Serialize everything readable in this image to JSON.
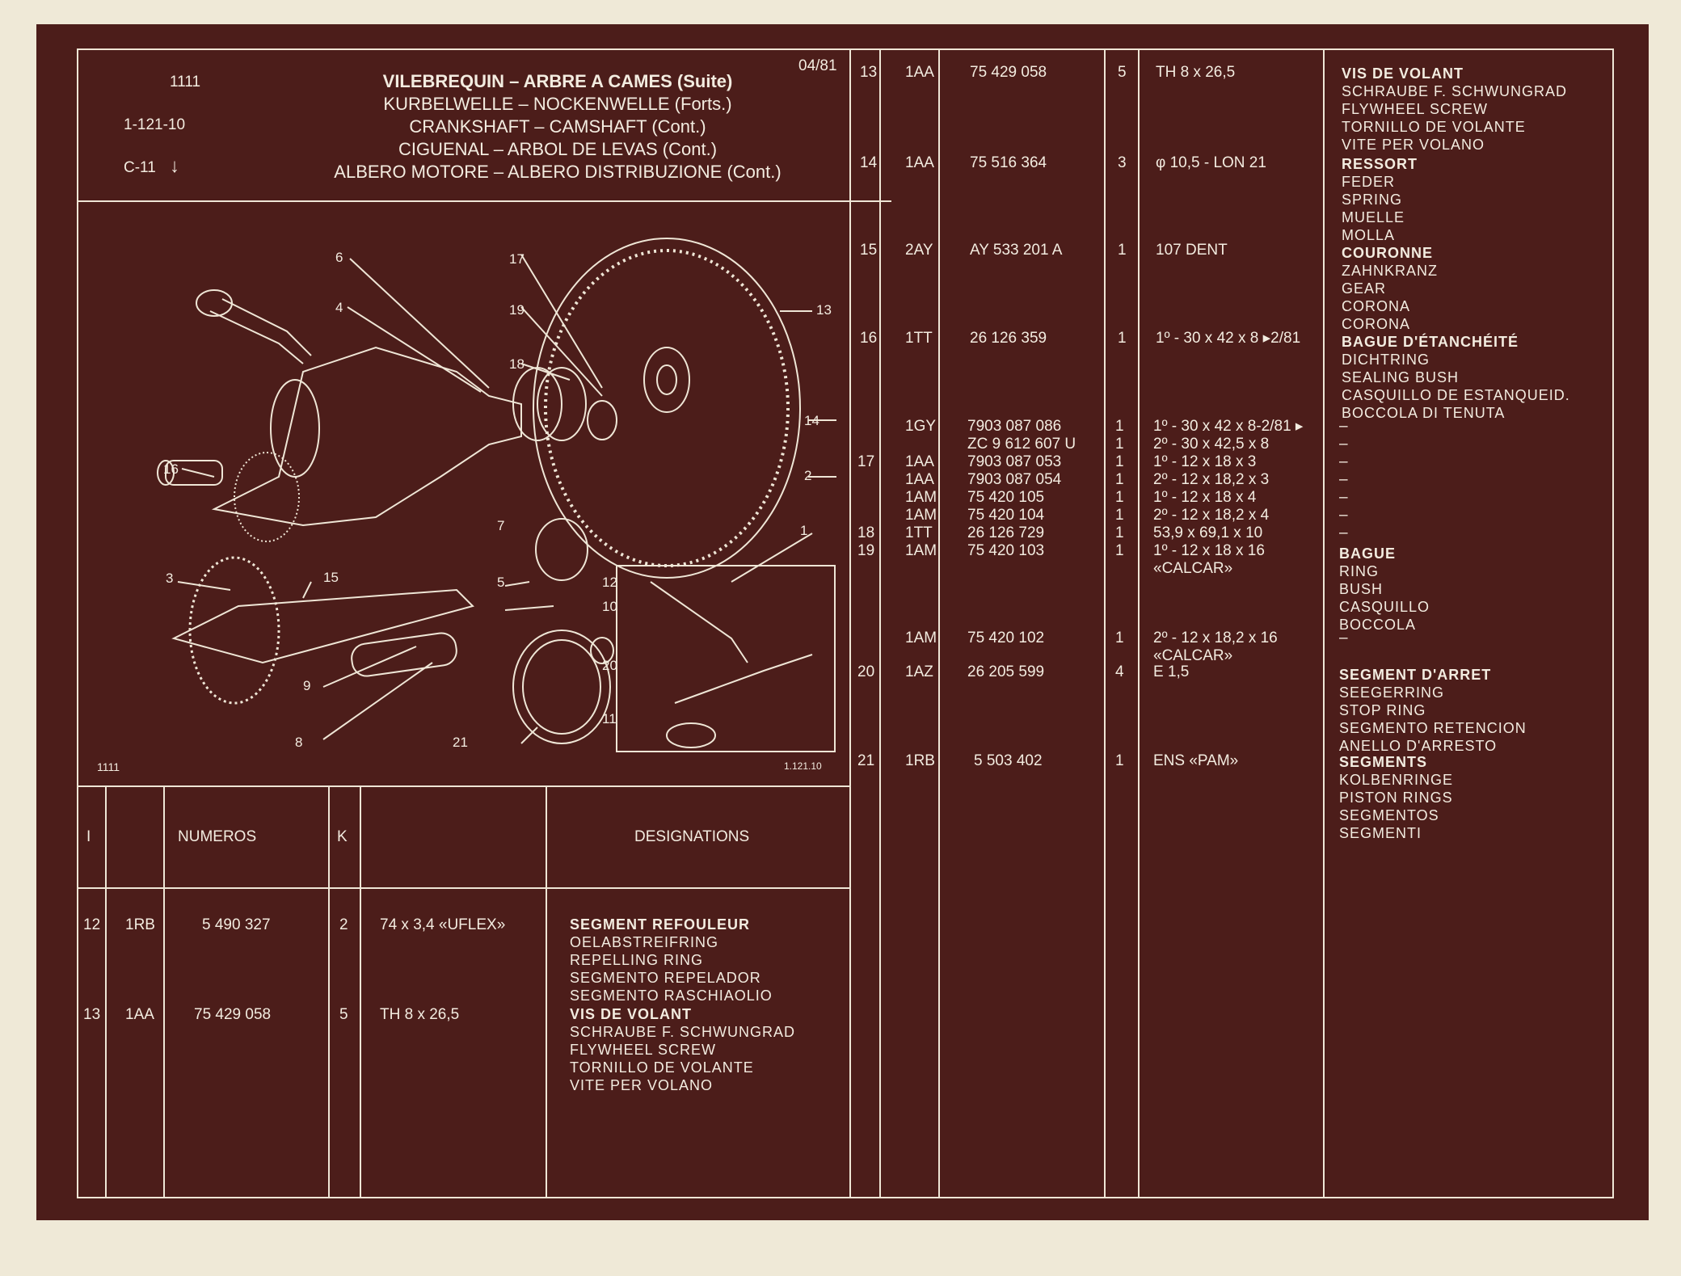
{
  "header": {
    "page_ref": "1111",
    "code": "1-121-10",
    "section": "C-11",
    "section_arrow": "↓",
    "date": "04/81",
    "titles": [
      "VILEBREQUIN – ARBRE A CAMES (Suite)",
      "KURBELWELLE – NOCKENWELLE (Forts.)",
      "CRANKSHAFT – CAMSHAFT (Cont.)",
      "CIGUENAL – ARBOL DE LEVAS (Cont.)",
      "ALBERO MOTORE – ALBERO DISTRIBUZIONE (Cont.)"
    ]
  },
  "illustration": {
    "ref_left": "1111",
    "ref_right": "1.121.10",
    "callouts": [
      "1",
      "2",
      "3",
      "4",
      "5",
      "6",
      "7",
      "8",
      "9",
      "10",
      "12",
      "13",
      "14",
      "15",
      "16",
      "17",
      "18",
      "19",
      "20",
      "21",
      "11"
    ]
  },
  "table_header": {
    "col_i": "I",
    "col_numeros": "NUMEROS",
    "col_k": "K",
    "col_designations": "DESIGNATIONS"
  },
  "left_rows": [
    {
      "i": "12",
      "grp": "1RB",
      "num": "5 490 327",
      "k": "2",
      "spec": "74 x 3,4 «UFLEX»",
      "desc": [
        "SEGMENT REFOULEUR",
        "OELABSTREIFRING",
        "REPELLING RING",
        "SEGMENTO REPELADOR",
        "SEGMENTO RASCHIAOLIO"
      ]
    },
    {
      "i": "13",
      "grp": "1AA",
      "num": "75 429 058",
      "k": "5",
      "spec": "TH 8 x 26,5",
      "desc": [
        "VIS DE VOLANT",
        "SCHRAUBE F. SCHWUNGRAD",
        "FLYWHEEL SCREW",
        "TORNILLO DE VOLANTE",
        "VITE PER VOLANO"
      ]
    }
  ],
  "right_rows": [
    {
      "i": "13",
      "grp": "1AA",
      "num": "75 429 058",
      "k": "5",
      "spec": "TH 8 x 26,5",
      "desc": [
        "VIS DE VOLANT",
        "SCHRAUBE F. SCHWUNGRAD",
        "FLYWHEEL SCREW",
        "TORNILLO DE VOLANTE",
        "VITE PER VOLANO"
      ]
    },
    {
      "i": "14",
      "grp": "1AA",
      "num": "75 516 364",
      "k": "3",
      "spec": "φ 10,5 - LON 21",
      "desc": [
        "RESSORT",
        "FEDER",
        "SPRING",
        "MUELLE",
        "MOLLA"
      ]
    },
    {
      "i": "15",
      "grp": "2AY",
      "num": "AY 533 201 A",
      "k": "1",
      "spec": "107 DENT",
      "desc": [
        "COURONNE",
        "ZAHNKRANZ",
        "GEAR",
        "CORONA",
        "CORONA"
      ]
    },
    {
      "i": "16",
      "grp": "1TT",
      "num": "26 126 359",
      "k": "1",
      "spec": "1º - 30 x 42 x 8 ▸2/81",
      "desc": [
        "BAGUE D'ÉTANCHÉITÉ",
        "DICHTRING",
        "SEALING BUSH",
        "CASQUILLO DE ESTANQUEID.",
        "BOCCOLA DI TENUTA"
      ]
    }
  ],
  "right_multi": [
    {
      "i": "",
      "grp": "1GY",
      "num": "7903 087 086",
      "k": "1",
      "spec": "1º - 30 x 42 x 8-2/81 ▸",
      "desc": "–"
    },
    {
      "i": "",
      "grp": "",
      "num": "ZC 9 612 607 U",
      "k": "1",
      "spec": "2º - 30 x 42,5 x 8",
      "desc": "–"
    },
    {
      "i": "17",
      "grp": "1AA",
      "num": "7903 087 053",
      "k": "1",
      "spec": "1º - 12 x 18 x 3",
      "desc": "–"
    },
    {
      "i": "",
      "grp": "1AA",
      "num": "7903 087 054",
      "k": "1",
      "spec": "2º - 12 x 18,2 x 3",
      "desc": "–"
    },
    {
      "i": "",
      "grp": "1AM",
      "num": "75 420 105",
      "k": "1",
      "spec": "1º - 12 x 18 x 4",
      "desc": "–"
    },
    {
      "i": "",
      "grp": "1AM",
      "num": "75 420 104",
      "k": "1",
      "spec": "2º - 12 x 18,2 x 4",
      "desc": "–"
    },
    {
      "i": "18",
      "grp": "1TT",
      "num": "26 126 729",
      "k": "1",
      "spec": "53,9 x 69,1 x 10",
      "desc": "–"
    },
    {
      "i": "19",
      "grp": "1AM",
      "num": "75 420 103",
      "k": "1",
      "spec": "1º - 12 x 18 x 16",
      "desc": ""
    }
  ],
  "row19_extra": {
    "spec2": "«CALCAR»",
    "desc": [
      "BAGUE",
      "RING",
      "BUSH",
      "CASQUILLO",
      "BOCCOLA"
    ],
    "alt_grp": "1AM",
    "alt_num": "75 420 102",
    "alt_k": "1",
    "alt_spec": "2º - 12 x 18,2 x 16",
    "alt_spec2": "«CALCAR»",
    "alt_desc": "–"
  },
  "row20": {
    "i": "20",
    "grp": "1AZ",
    "num": "26 205 599",
    "k": "4",
    "spec": "E 1,5",
    "desc": [
      "SEGMENT D'ARRET",
      "SEEGERRING",
      "STOP RING",
      "SEGMENTO RETENCION",
      "ANELLO D'ARRESTO"
    ]
  },
  "row21": {
    "i": "21",
    "grp": "1RB",
    "num": "5 503 402",
    "k": "1",
    "spec": "ENS «PAM»",
    "desc": [
      "SEGMENTS",
      "KOLBENRINGE",
      "PISTON RINGS",
      "SEGMENTOS",
      "SEGMENTI"
    ]
  },
  "colors": {
    "background": "#4c1d1a",
    "ink": "#f3ece0",
    "paper": "#efe9d7"
  }
}
